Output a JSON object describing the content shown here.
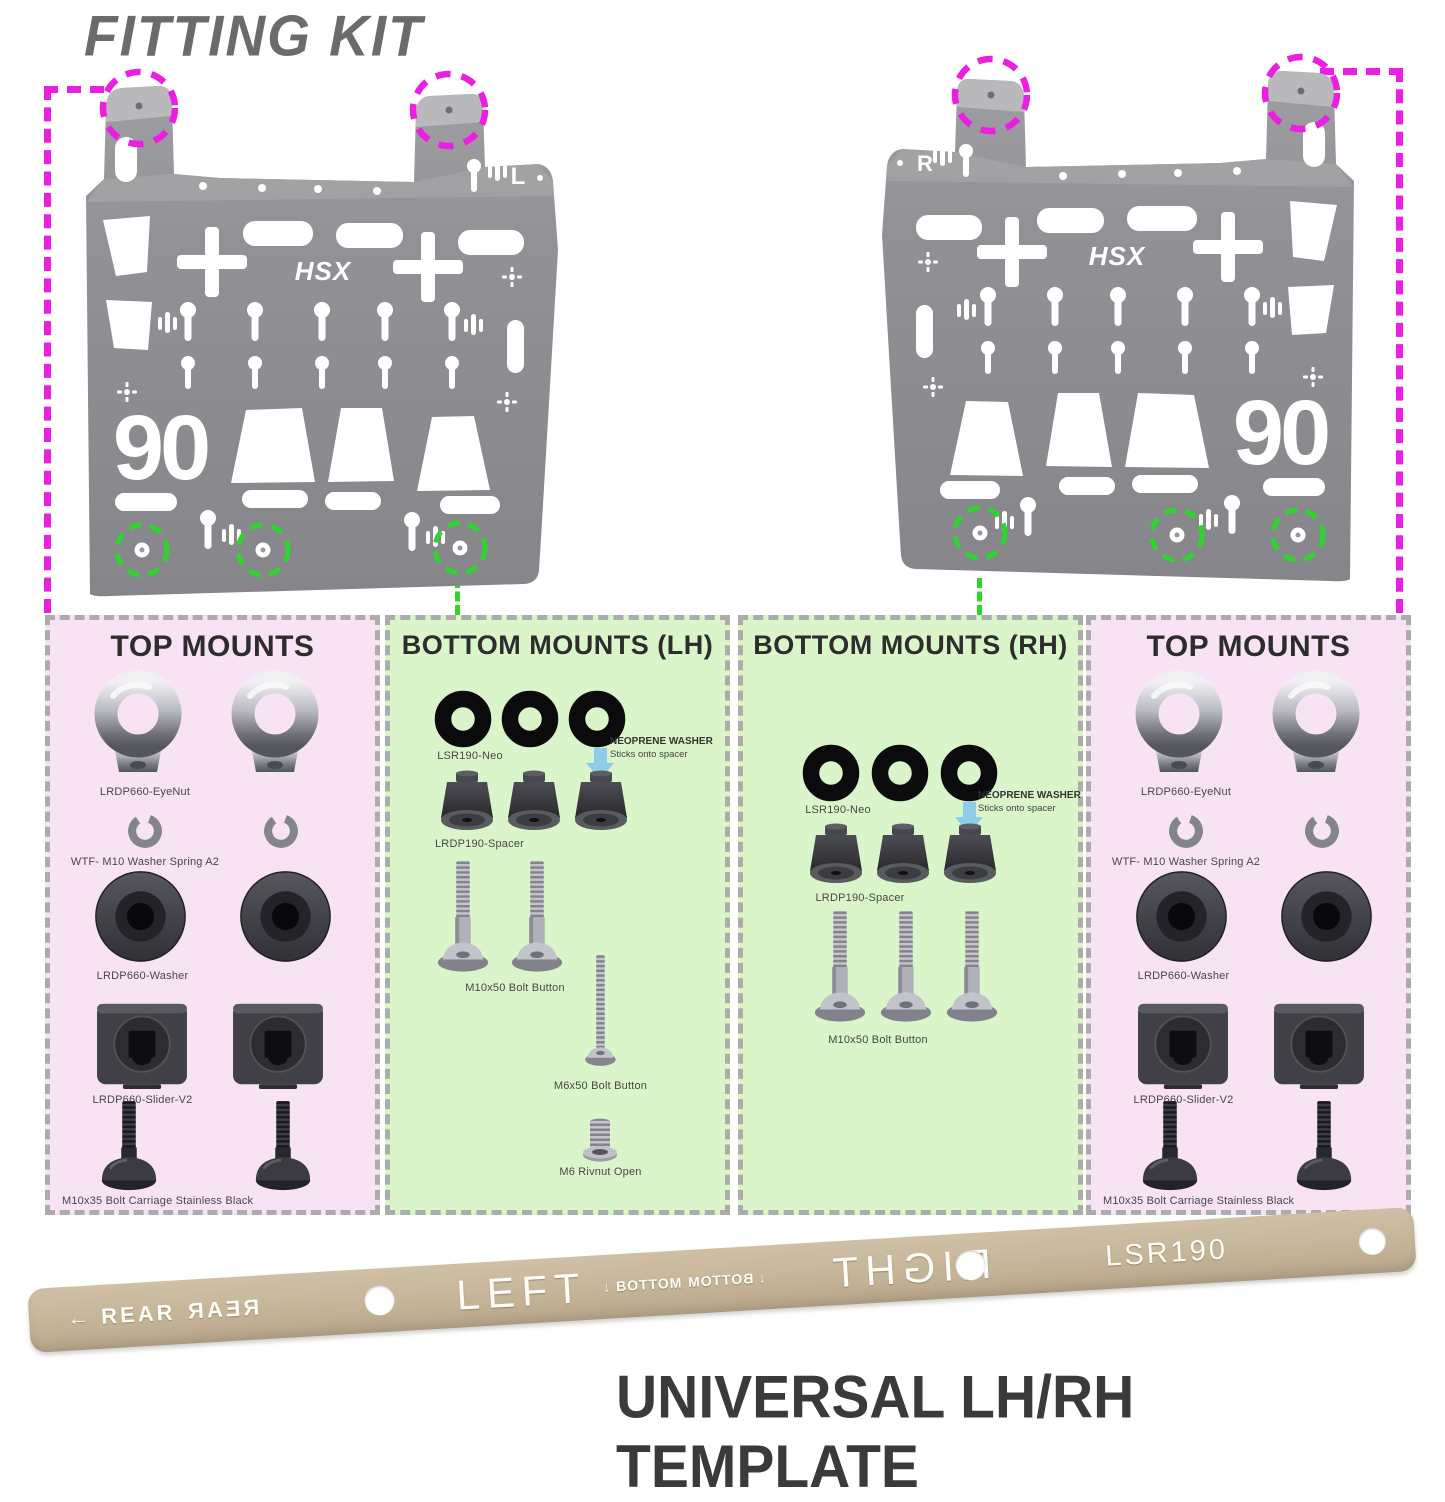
{
  "title": "FITTING KIT",
  "footer": "UNIVERSAL LH/RH TEMPLATE",
  "panel_left": {
    "brand": "HSX",
    "model": "90",
    "side": "L"
  },
  "panel_right": {
    "brand": "HSX",
    "model": "90",
    "side": "R"
  },
  "top_mounts_l": {
    "heading": "TOP MOUNTS",
    "eyenut": "LRDP660-EyeNut",
    "spring": "WTF- M10 Washer Spring A2",
    "washer": "LRDP660-Washer",
    "slider": "LRDP660-Slider-V2",
    "bolt": "M10x35 Bolt Carriage Stainless Black"
  },
  "bottom_lh": {
    "heading": "BOTTOM MOUNTS (LH)",
    "neo": "LSR190-Neo",
    "note_title": "NEOPRENE WASHER",
    "note_sub": "Sticks onto spacer",
    "spacer": "LRDP190-Spacer",
    "bolt_m10": "M10x50 Bolt Button",
    "bolt_m6": "M6x50 Bolt Button",
    "rivnut": "M6 Rivnut Open"
  },
  "bottom_rh": {
    "heading": "BOTTOM MOUNTS (RH)",
    "neo": "LSR190-Neo",
    "note_title": "NEOPRENE WASHER",
    "note_sub": "Sticks onto spacer",
    "spacer": "LRDP190-Spacer",
    "bolt_m10": "M10x50 Bolt Button"
  },
  "top_mounts_r": {
    "heading": "TOP MOUNTS",
    "eyenut": "LRDP660-EyeNut",
    "spring": "WTF- M10 Washer Spring A2",
    "washer": "LRDP660-Washer",
    "slider": "LRDP660-Slider-V2",
    "bolt": "M10x35 Bolt Carriage Stainless Black"
  },
  "strip": {
    "arrow_left": "←",
    "arrow_down": "↓",
    "rear": "REAR",
    "left_label": "LEFT",
    "bottom_label": "BOTTOM",
    "right_label": "RIGHT",
    "code": "LSR190"
  },
  "colors": {
    "magenta": "#ea1fe2",
    "green": "#2fd42f",
    "pink_panel": "#f8e3f5",
    "green_panel": "#d9f5c9",
    "arrow_blue": "#8ecdea",
    "panel_gray": "#8f8f93",
    "cardboard": "#c9b89d",
    "heading": "#2d2d2d",
    "title_gray": "#6b6b6b",
    "footer": "#3a3a3a"
  }
}
